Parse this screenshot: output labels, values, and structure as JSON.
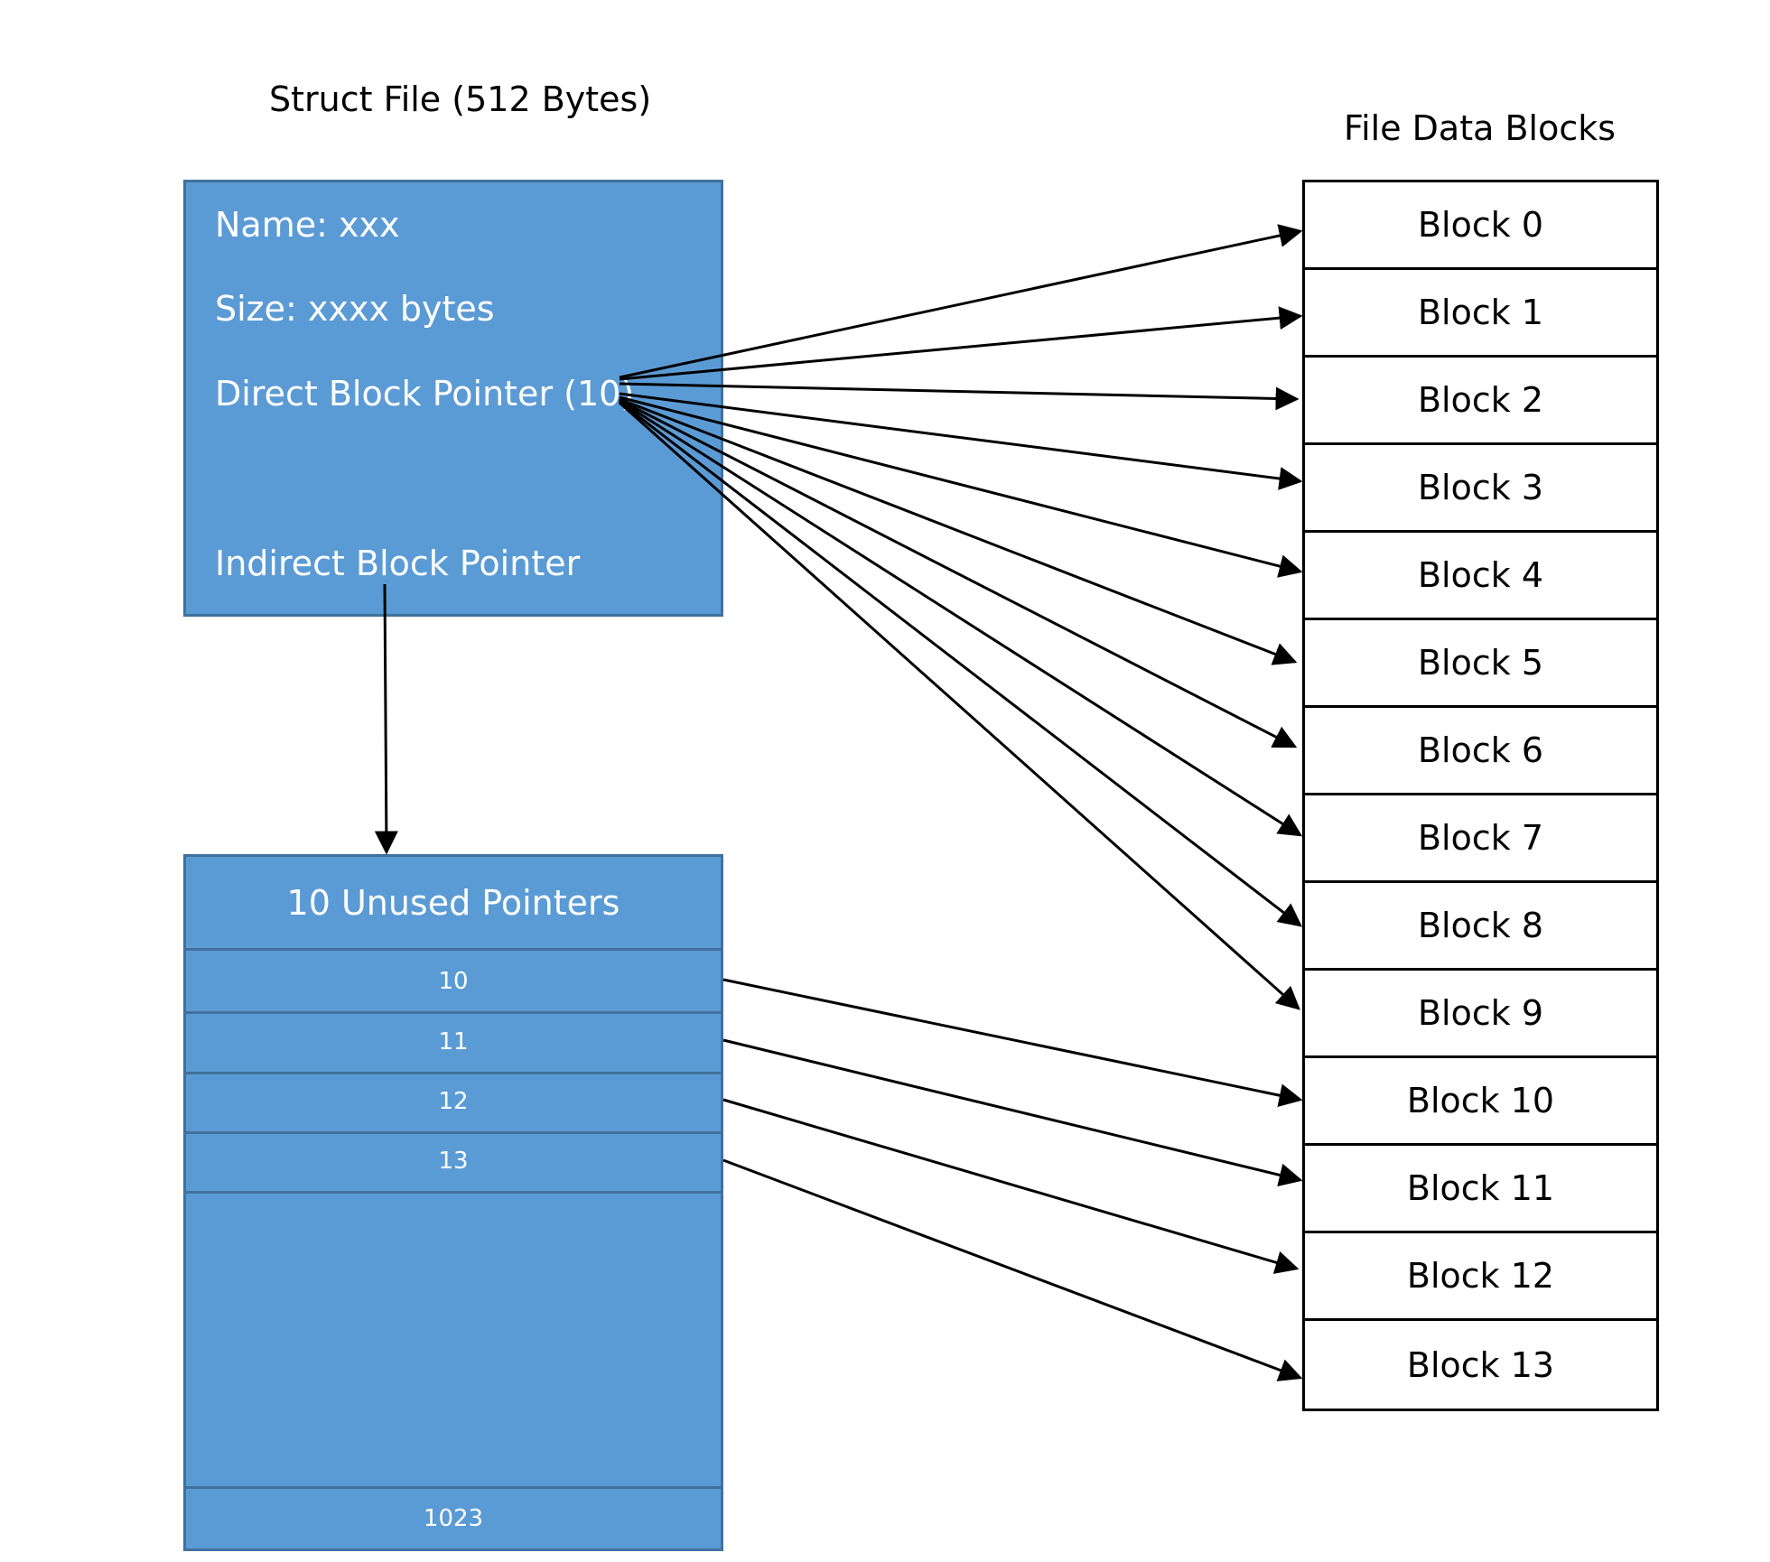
{
  "struct_file": {
    "title": "Struct File (512 Bytes)",
    "name_line": "Name: xxx",
    "size_line": "Size: xxxx bytes",
    "direct_line": "Direct Block Pointer (10)",
    "indirect_line": "Indirect Block Pointer"
  },
  "indirect_block": {
    "header": "10 Unused Pointers",
    "rows": [
      "10",
      "11",
      "12",
      "13"
    ],
    "last_row": "1023"
  },
  "data_blocks": {
    "title": "File Data Blocks",
    "items": [
      "Block 0",
      "Block 1",
      "Block 2",
      "Block 3",
      "Block 4",
      "Block 5",
      "Block 6",
      "Block 7",
      "Block 8",
      "Block 9",
      "Block 10",
      "Block 11",
      "Block 12",
      "Block 13"
    ]
  },
  "colors": {
    "box_fill": "#5b9bd5",
    "box_border": "#41719c",
    "arrow": "#000000"
  }
}
